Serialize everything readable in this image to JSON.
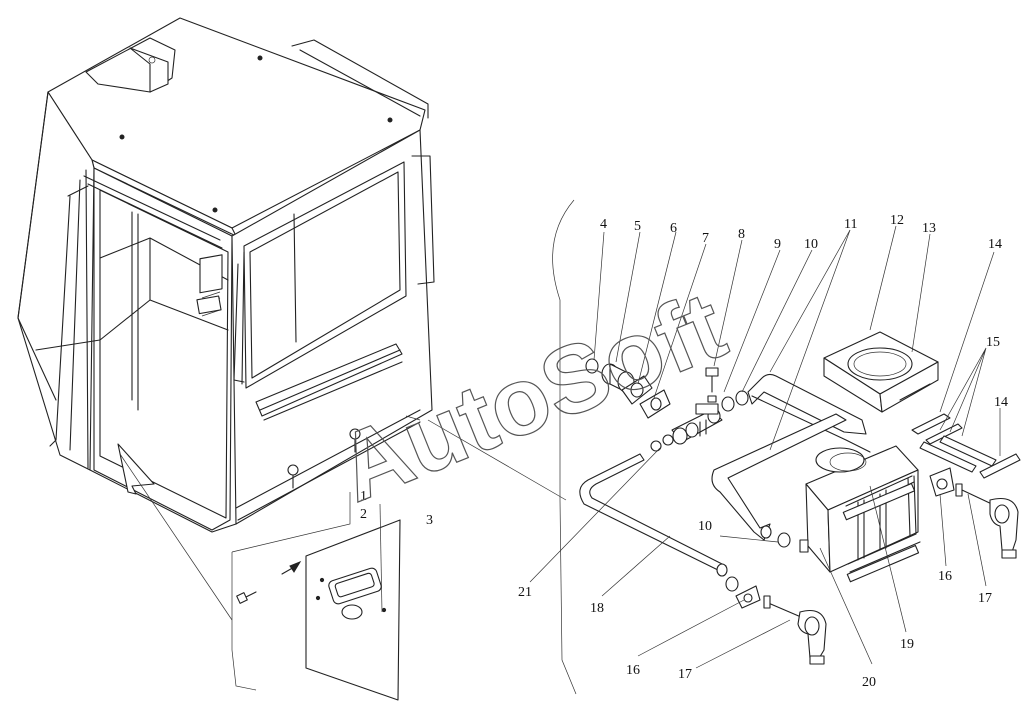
{
  "watermark": "AutoSoft",
  "callouts": [
    "1",
    "2",
    "3",
    "4",
    "5",
    "6",
    "7",
    "8",
    "9",
    "10",
    "11",
    "12",
    "13",
    "14",
    "15",
    "14",
    "10",
    "21",
    "18",
    "16",
    "17",
    "20",
    "19",
    "16",
    "17"
  ]
}
